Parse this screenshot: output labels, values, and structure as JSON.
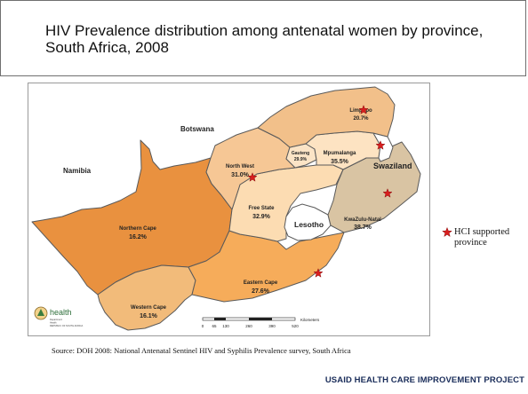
{
  "slide": {
    "title": "HIV Prevalence distribution among antenatal women by province, South Africa, 2008",
    "source": "Source: DOH 2008: National Antenatal Sentinel HIV and Syphilis Prevalence survey, South Africa",
    "footer": "USAID HEALTH CARE IMPROVEMENT PROJECT"
  },
  "legend": {
    "label": "HCI supported province",
    "marker_icon": "red-star-icon",
    "marker_color": "#d81e1e"
  },
  "map": {
    "countries": {
      "botswana": "Botswana",
      "namibia": "Namibia",
      "swaziland": "Swaziland",
      "lesotho": "Lesotho"
    },
    "provinces": [
      {
        "key": "limpopo",
        "name": "Limpopo",
        "value": "20.7%",
        "hci": true
      },
      {
        "key": "mpumalanga",
        "name": "Mpumalanga",
        "value": "35.5%",
        "hci": true
      },
      {
        "key": "gauteng",
        "name": "Gauteng",
        "value": "29.9%",
        "hci": false
      },
      {
        "key": "north-west",
        "name": "North West",
        "value": "31.0%",
        "hci": true
      },
      {
        "key": "free-state",
        "name": "Free State",
        "value": "32.9%",
        "hci": false
      },
      {
        "key": "kwazulu-natal",
        "name": "KwaZulu-Natal",
        "value": "38.7%",
        "hci": true
      },
      {
        "key": "northern-cape",
        "name": "Northern Cape",
        "value": "16.2%",
        "hci": false
      },
      {
        "key": "eastern-cape",
        "name": "Eastern Cape",
        "value": "27.6%",
        "hci": true
      },
      {
        "key": "western-cape",
        "name": "Western Cape",
        "value": "16.1%",
        "hci": false
      }
    ],
    "scale": {
      "ticks": [
        "0",
        "65",
        "130",
        "260",
        "390",
        "520"
      ],
      "unit": "Kilometers"
    },
    "logo": {
      "word": "health",
      "line1": "Department:",
      "line2": "Health",
      "line3": "REPUBLIC OF SOUTH AFRICA"
    },
    "colors": {
      "limpopo": "#f2c08a",
      "mpumalanga": "#fde3c2",
      "gauteng": "#fbe4c6",
      "north-west": "#f6c795",
      "free-state": "#fcdcb2",
      "kwazulu-natal": "#d9c4a3",
      "northern-cape": "#e9913f",
      "eastern-cape": "#f6ac5a",
      "western-cape": "#f2bb7a",
      "border": "#5a5a5a",
      "star": "#d81e1e"
    }
  }
}
